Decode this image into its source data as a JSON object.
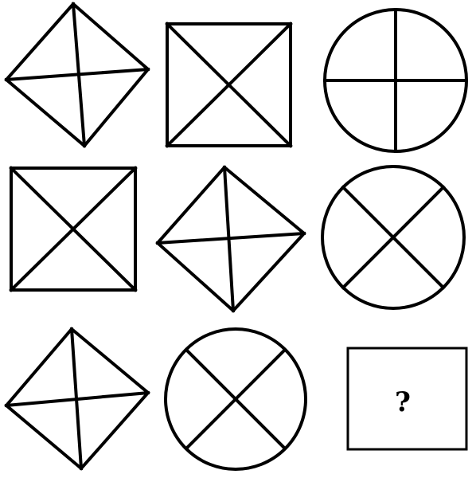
{
  "puzzle": {
    "rows": [
      [
        "diamond-with-cross",
        "square-with-x",
        "circle-with-cross"
      ],
      [
        "square-with-x",
        "diamond-with-cross",
        "circle-with-x"
      ],
      [
        "diamond-with-cross",
        "circle-with-x",
        "unknown"
      ]
    ],
    "answer_placeholder": "?"
  },
  "colors": {
    "stroke": "#000000",
    "background": "#ffffff"
  }
}
